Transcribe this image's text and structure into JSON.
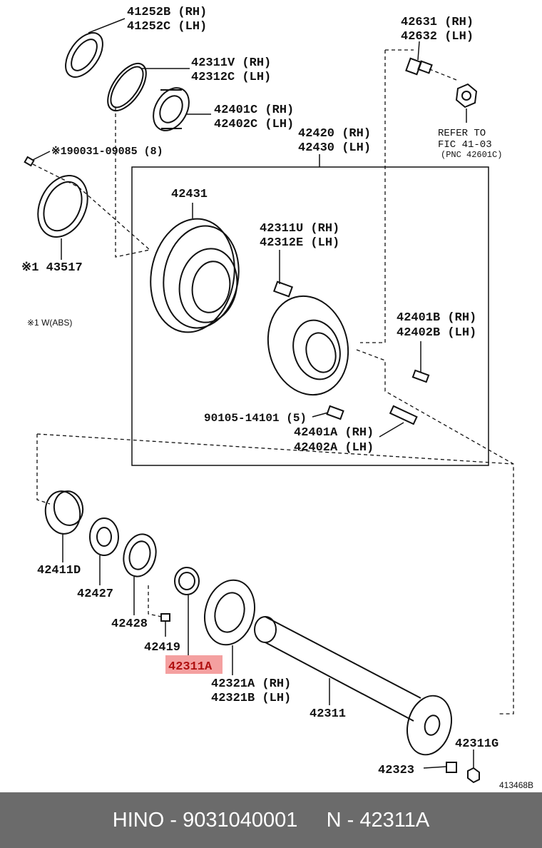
{
  "callouts": {
    "c41252": [
      "41252B (RH)",
      "41252C (LH)"
    ],
    "c42311v": [
      "42311V (RH)",
      "42312C (LH)"
    ],
    "c42401c": [
      "42401C (RH)",
      "42402C (LH)"
    ],
    "c190031": "※190031-09085 (8)",
    "c43517": "※1 43517",
    "note_abs": "※1 W(ABS)",
    "c42631": [
      "42631 (RH)",
      "42632 (LH)"
    ],
    "refer": [
      "REFER TO",
      "FIC 41-03",
      "(PNC 42601C)"
    ],
    "c42420": [
      "42420 (RH)",
      "42430 (LH)"
    ],
    "c42431": "42431",
    "c42311u": [
      "42311U (RH)",
      "42312E (LH)"
    ],
    "c42401b": [
      "42401B (RH)",
      "42402B (LH)"
    ],
    "c90105": "90105-14101 (5)",
    "c42401a": [
      "42401A (RH)",
      "42402A (LH)"
    ],
    "c42411d": "42411D",
    "c42427": "42427",
    "c42428": "42428",
    "c42419": "42419",
    "c42311a": "42311A",
    "c42321a": [
      "42321A (RH)",
      "42321B (LH)"
    ],
    "c42311": "42311",
    "c42311g": "42311G",
    "c42323": "42323",
    "figure_id": "413468B"
  },
  "highlight_color": "#f4a0a0",
  "footer": {
    "brand": "HINO",
    "sep1": " - ",
    "part_number": "9031040001",
    "gap": "     ",
    "position_label": "N - 42311A"
  }
}
